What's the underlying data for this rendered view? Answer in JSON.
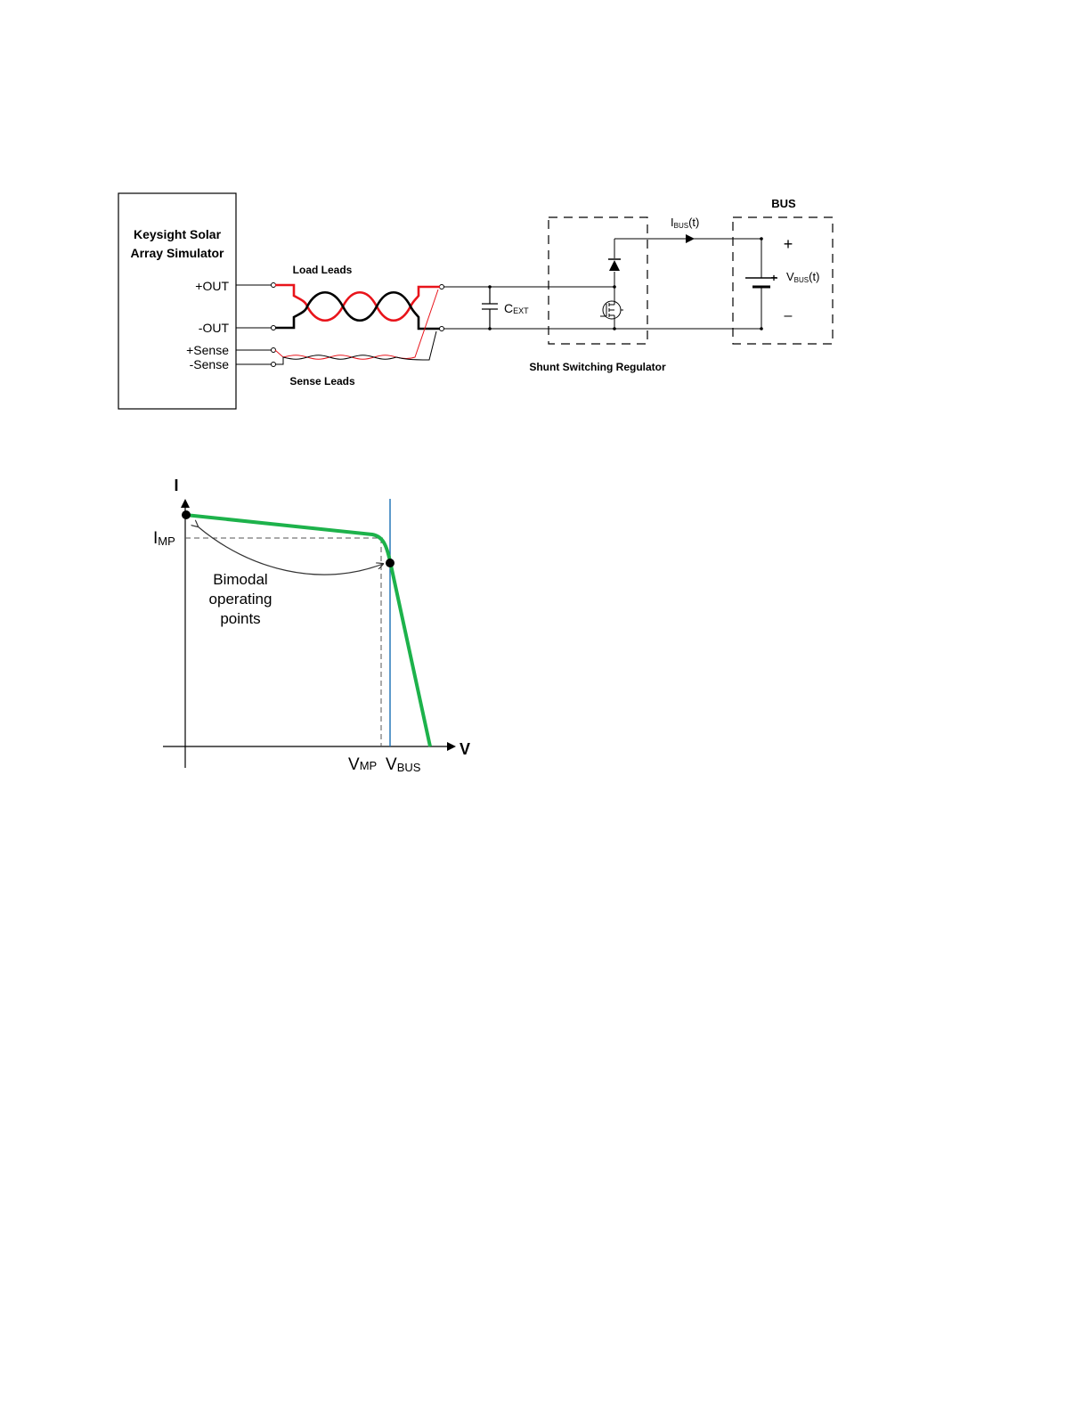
{
  "circuit": {
    "simulator_line1": "Keysight Solar",
    "simulator_line2": "Array Simulator",
    "out_plus": "+OUT",
    "out_minus": "-OUT",
    "sense_plus": "+Sense",
    "sense_minus": "-Sense",
    "load_leads": "Load Leads",
    "sense_leads": "Sense Leads",
    "cap_main": "C",
    "cap_sub": "EXT",
    "regulator": "Shunt Switching Regulator",
    "bus_title": "BUS",
    "ibus_main": "I",
    "ibus_sub": "BUS",
    "ibus_suffix": "(t)",
    "vbus_main": "V",
    "vbus_sub": "BUS",
    "vbus_suffix": "(t)",
    "bus_plus": "+",
    "bus_minus": "–",
    "battery_plus": "+",
    "colors": {
      "load_lead_red": "#e8141b",
      "load_lead_black": "#000000"
    }
  },
  "iv_chart": {
    "y_axis_label": "I",
    "x_axis_label": "V",
    "imp_main": "I",
    "imp_sub": "MP",
    "vmp_main": "V",
    "vmp_sub": "MP",
    "vbus_main": "V",
    "vbus_sub": "BUS",
    "annotation_line1": "Bimodal",
    "annotation_line2": "operating",
    "annotation_line3": "points",
    "colors": {
      "curve": "#1db24b",
      "vbus_line": "#1a6fb5",
      "vbus_text": "#1a6fb5"
    }
  }
}
